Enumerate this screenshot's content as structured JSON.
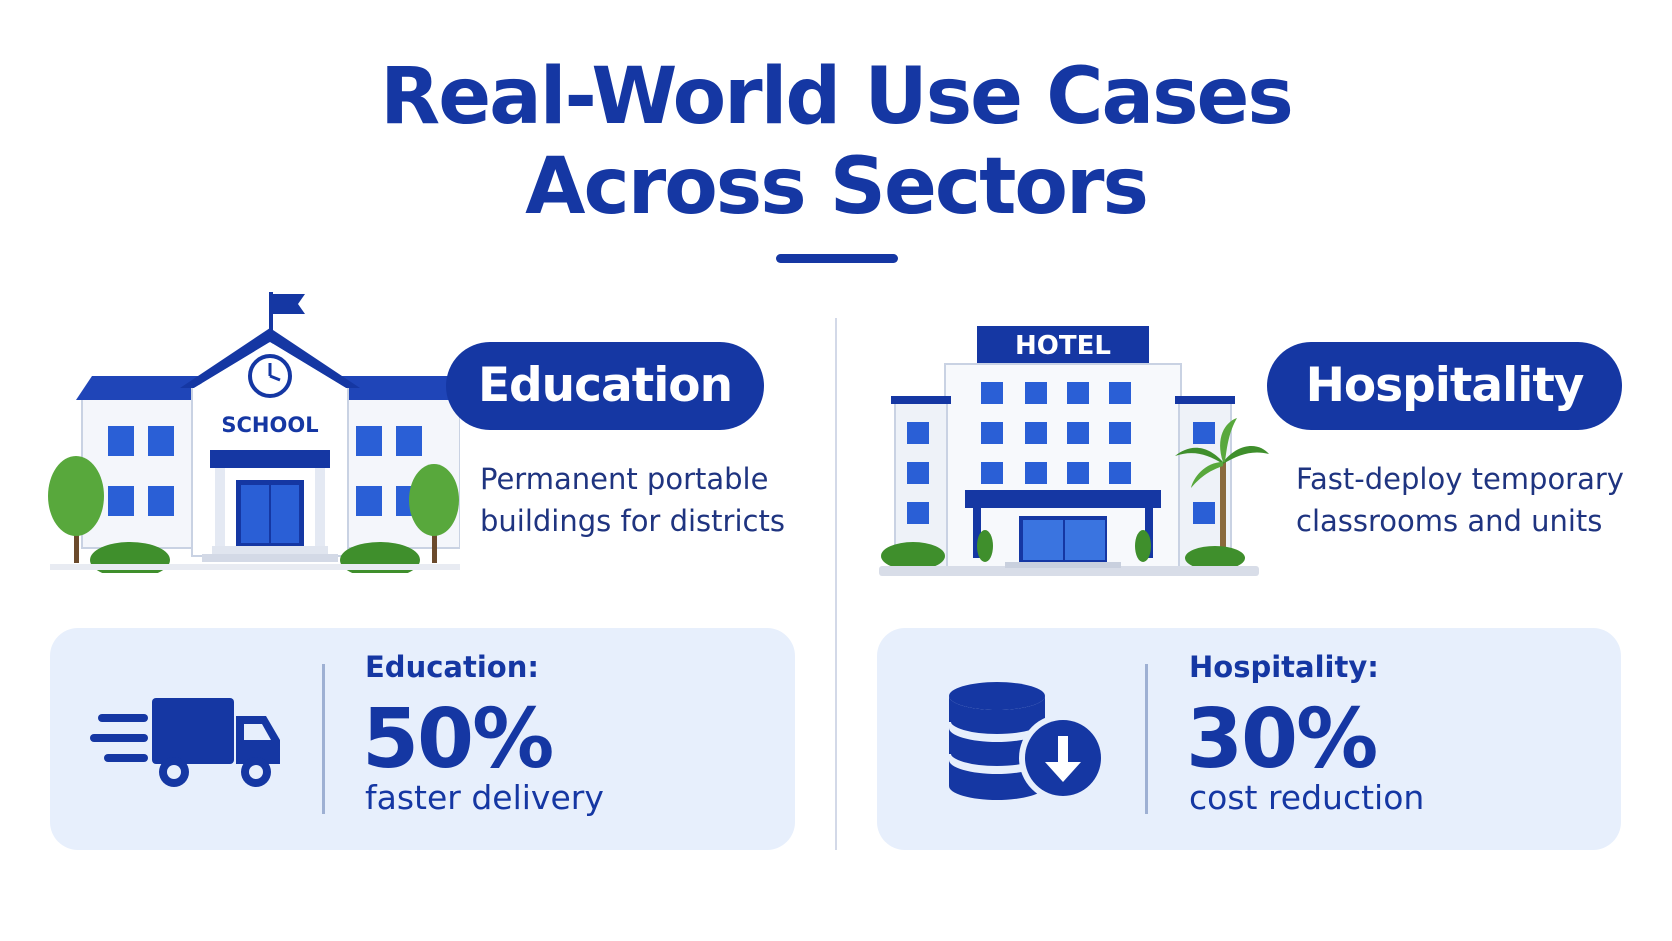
{
  "page": {
    "title_line1": "Real-World Use Cases",
    "title_line2": "Across Sectors",
    "accent_color": "#1537a3",
    "card_background": "#e7effc"
  },
  "sectors": [
    {
      "name": "Education",
      "illustration": "school-building-icon",
      "building_sign": "SCHOOL",
      "description_line1": "Permanent portable",
      "description_line2": "buildings for districts",
      "stat_label": "Education:",
      "stat_value": "50%",
      "stat_caption": "faster delivery",
      "stat_icon": "fast-truck-icon"
    },
    {
      "name": "Hospitality",
      "illustration": "hotel-building-icon",
      "building_sign": "HOTEL",
      "description_line1": "Fast-deploy temporary",
      "description_line2": "classrooms and units",
      "stat_label": "Hospitality:",
      "stat_value": "30%",
      "stat_caption": "cost reduction",
      "stat_icon": "coins-down-arrow-icon"
    }
  ]
}
